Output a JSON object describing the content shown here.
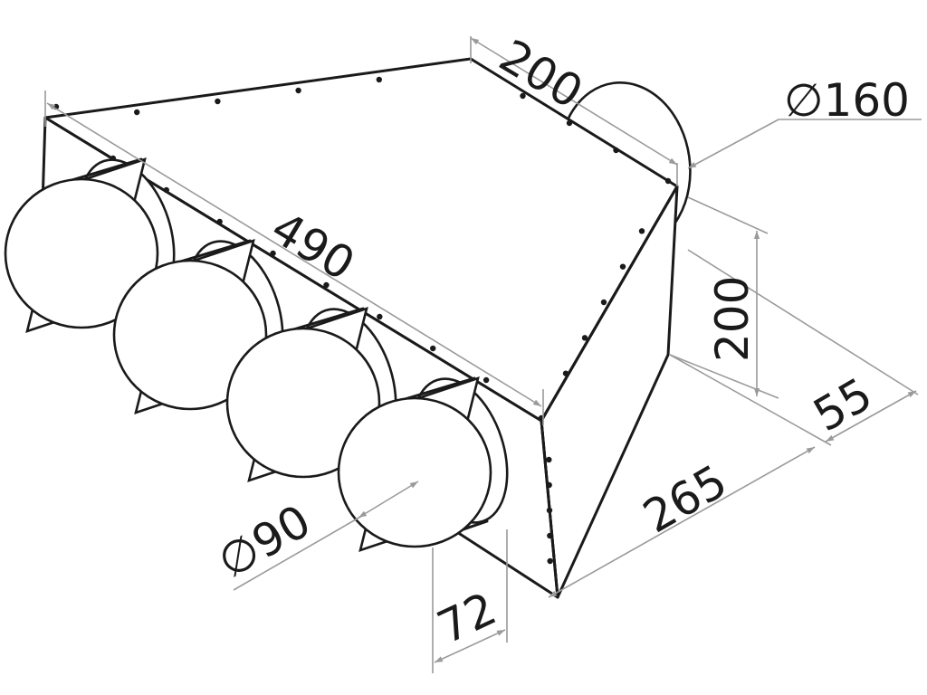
{
  "dimensions": {
    "top_width": "200",
    "outlet_diameter": "∅160",
    "length": "490",
    "height": "200",
    "side_offset": "55",
    "depth": "265",
    "inlet_diameter": "∅90",
    "spigot_length": "72"
  },
  "inlet_count": 4,
  "outlet_count": 1,
  "colors": {
    "line": "#1a1a1a",
    "dimension": "#9a9a9a",
    "background": "#ffffff"
  }
}
